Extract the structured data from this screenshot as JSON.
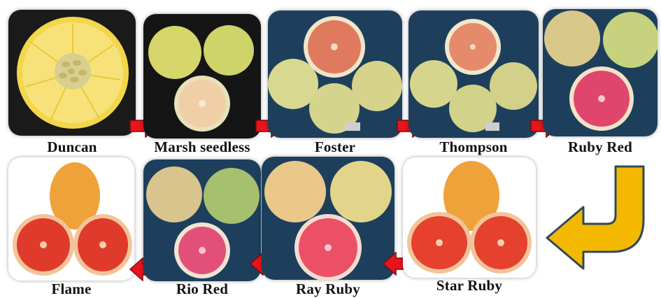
{
  "varieties": [
    {
      "label": "Duncan"
    },
    {
      "label": "Marsh  seedless"
    },
    {
      "label": "Foster"
    },
    {
      "label": "Thompson"
    },
    {
      "label": "Ruby Red"
    },
    {
      "label": "Star Ruby"
    },
    {
      "label": "Ray Ruby"
    },
    {
      "label": "Rio Red"
    },
    {
      "label": "Flame"
    }
  ],
  "colors": {
    "arrow_red": "#e8141b",
    "turn_arrow": "#f5b800",
    "turn_arrow_outline": "#2e4a5a",
    "dark_bg": "#1d3f5c"
  }
}
